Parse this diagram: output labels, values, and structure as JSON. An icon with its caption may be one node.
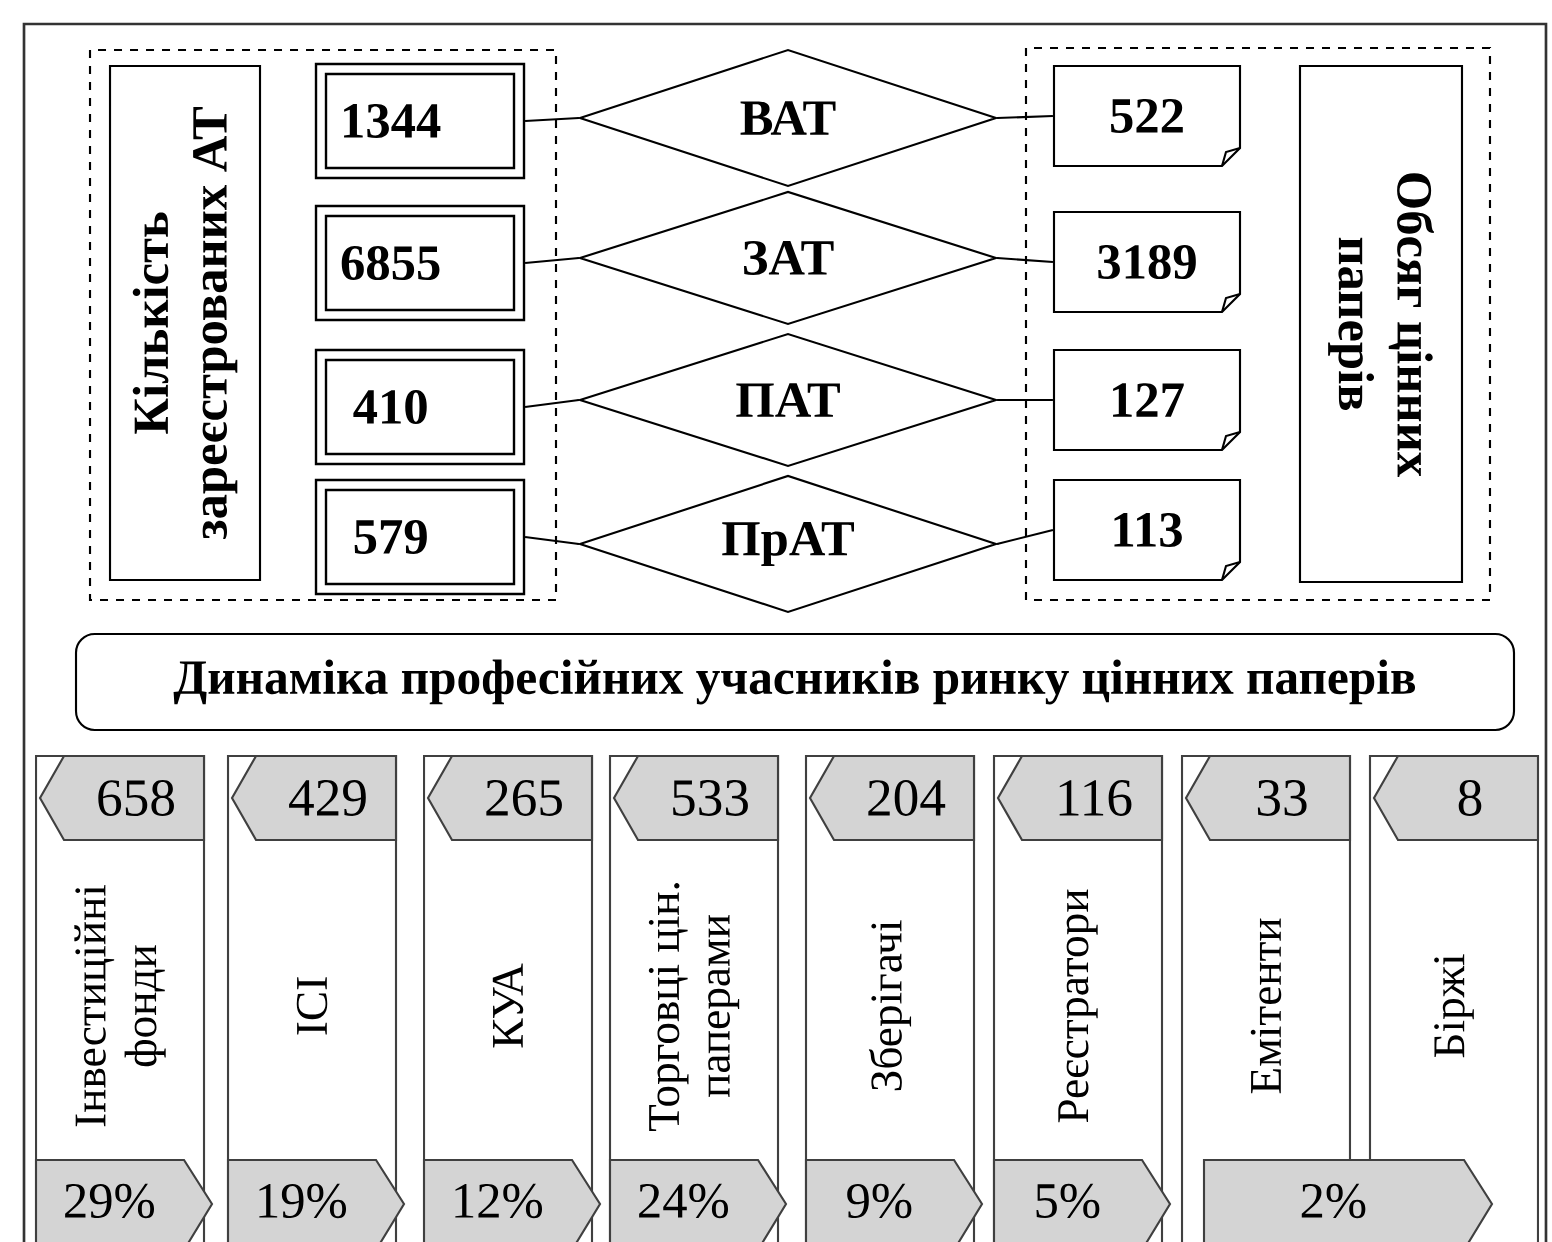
{
  "diagram": {
    "nodes": [
      {
        "text": [],
        "shape": "box"
      },
      {
        "text": [
          "Кількість зареєстрованих АТ"
        ],
        "in": 0
      },
      {
        "text": [
          "1344"
        ],
        "in": 0
      },
      {
        "text": [
          "6855"
        ],
        "in": 0
      },
      {
        "text": [
          "410"
        ],
        "in": 0
      },
      {
        "text": [
          "579"
        ],
        "in": 0
      },
      {
        "text": [
          "ВАТ"
        ]
      },
      {
        "text": [
          "ЗАТ"
        ]
      },
      {
        "text": [
          "ПАТ"
        ]
      },
      {
        "text": [
          "ПрАТ"
        ]
      },
      {
        "text": [],
        "shape": "box"
      },
      {
        "text": [
          "522"
        ],
        "in": 10
      },
      {
        "text": [
          "3189"
        ],
        "in": 10
      },
      {
        "text": [
          "127"
        ],
        "in": 10
      },
      {
        "text": [
          "113"
        ],
        "in": 10
      },
      {
        "text": [
          "Обсяг цінних паперів"
        ],
        "in": 10
      },
      {
        "text": [
          "Динаміка професійних учасників ринку цінних паперів"
        ]
      },
      {
        "text": [
          "Інвестиційні фонди"
        ]
      },
      {
        "text": [
          "658"
        ],
        "in": 17
      },
      {
        "text": [
          "29%"
        ],
        "in": 17
      },
      {
        "text": [
          "ІСІ"
        ]
      },
      {
        "text": [
          "429"
        ],
        "in": 20
      },
      {
        "text": [
          "19%"
        ],
        "in": 20
      },
      {
        "text": [
          "КУА"
        ]
      },
      {
        "text": [
          "265"
        ],
        "in": 23
      },
      {
        "text": [
          "12%"
        ],
        "in": 23
      },
      {
        "text": [
          "Торговці цін. паперами"
        ]
      },
      {
        "text": [
          "533"
        ],
        "in": 26
      },
      {
        "text": [
          "24%"
        ],
        "in": 26
      },
      {
        "text": [
          "Зберігачі"
        ]
      },
      {
        "text": [
          "204"
        ],
        "in": 29
      },
      {
        "text": [
          "9%"
        ],
        "in": 29
      },
      {
        "text": [
          "Реєстратори"
        ]
      },
      {
        "text": [
          "116"
        ],
        "in": 32
      },
      {
        "text": [
          "5%"
        ],
        "in": 32
      },
      {
        "text": [
          "Емітенти"
        ]
      },
      {
        "text": [
          "33"
        ],
        "in": 35
      },
      {
        "text": [
          "Біржі"
        ]
      },
      {
        "text": [
          "8"
        ],
        "in": 37
      },
      {
        "text": [
          "2%"
        ]
      }
    ],
    "edges": [
      {
        "from": 2,
        "to": 6,
        "arrow": "none"
      },
      {
        "from": 6,
        "to": 11,
        "arrow": "none"
      },
      {
        "from": 3,
        "to": 7,
        "arrow": "none"
      },
      {
        "from": 7,
        "to": 12,
        "arrow": "none"
      },
      {
        "from": 4,
        "to": 8,
        "arrow": "none"
      },
      {
        "from": 8,
        "to": 13,
        "arrow": "none"
      },
      {
        "from": 5,
        "to": 9,
        "arrow": "none"
      },
      {
        "from": 9,
        "to": 14,
        "arrow": "none"
      }
    ]
  }
}
